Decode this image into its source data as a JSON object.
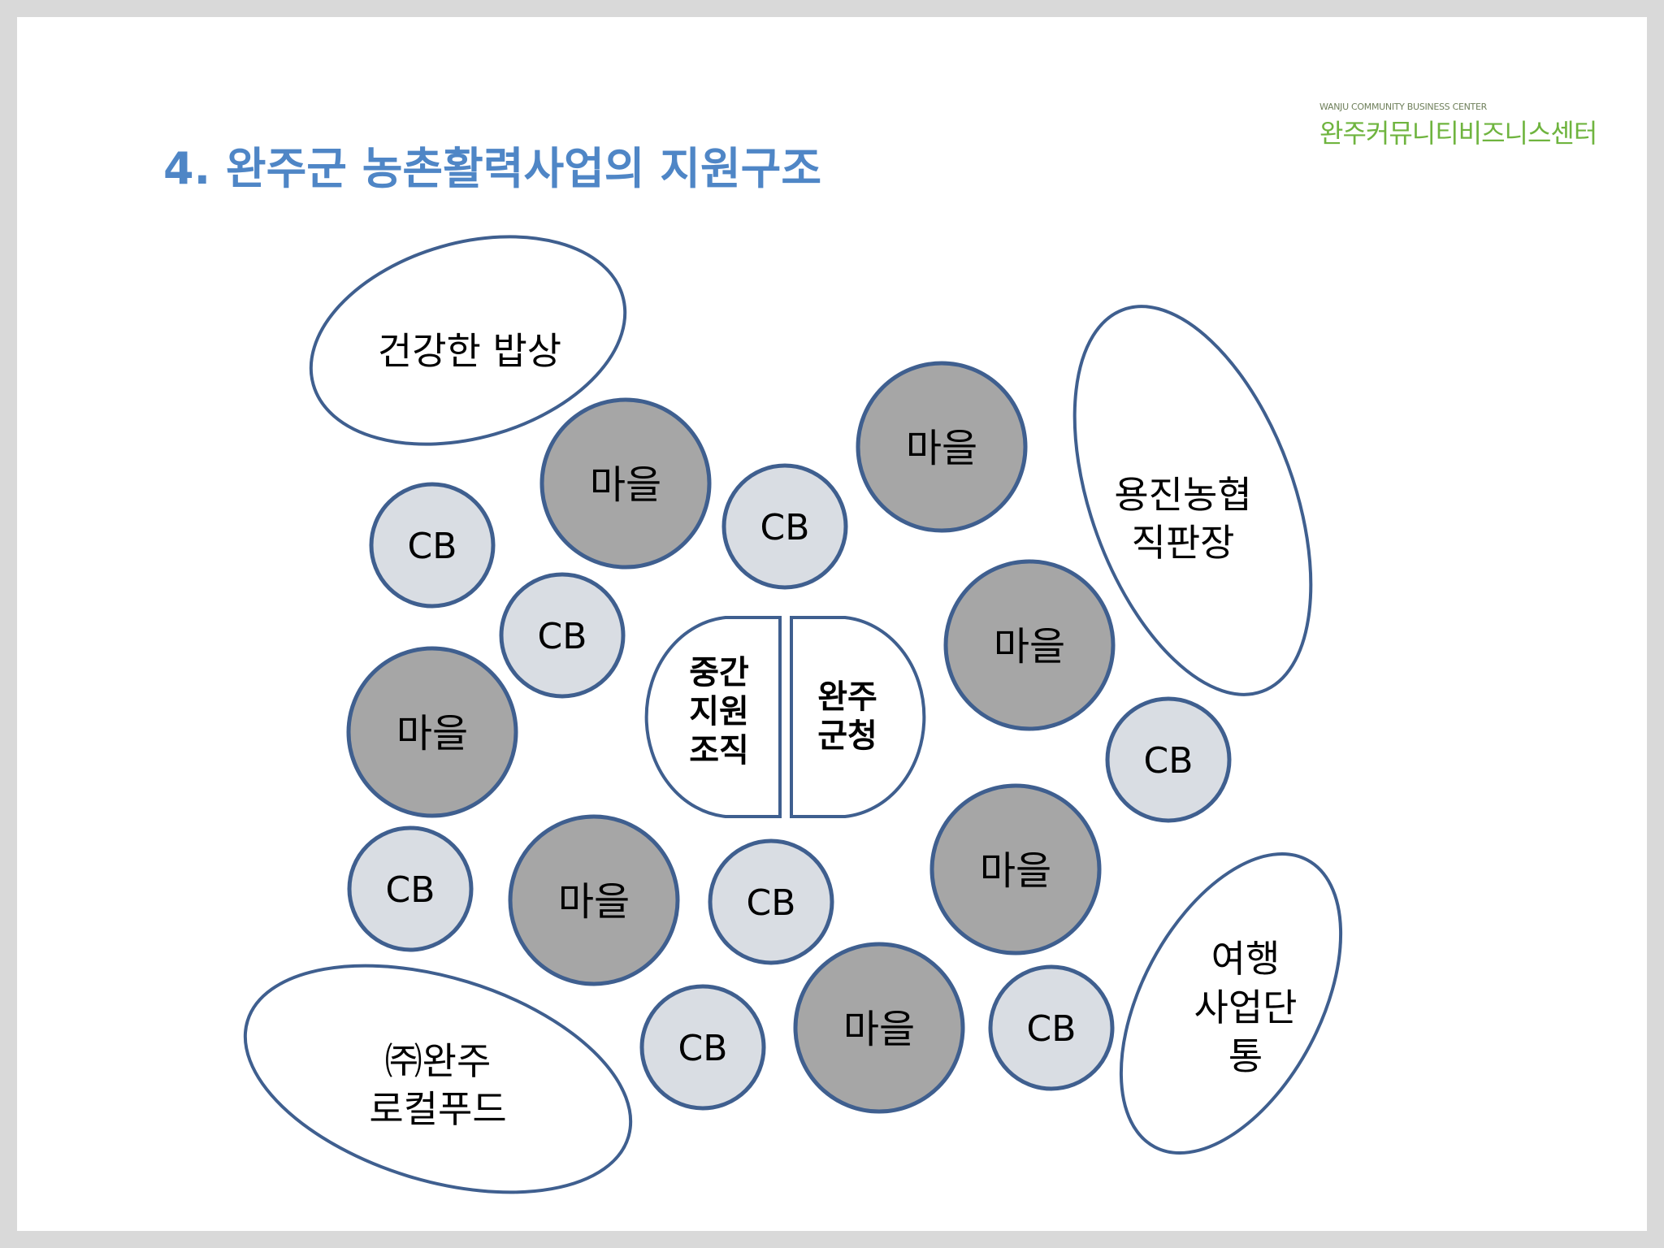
{
  "slide": {
    "title": "4. 완주군 농촌활력사업의 지원구조"
  },
  "logo": {
    "english": "WANJU COMMUNITY BUSINESS CENTER",
    "korean": "완주커뮤니티비즈니스센터"
  },
  "diagram": {
    "partners": {
      "healthy_table": [
        "건강한 밥상"
      ],
      "yongjin_coop": [
        "용진농협",
        "직판장"
      ],
      "local_food": [
        "㈜완주",
        "로컬푸드"
      ],
      "travel_group": [
        "여행",
        "사업단",
        "통"
      ]
    },
    "center": {
      "intermediary": [
        "중간",
        "지원",
        "조직"
      ],
      "county_office": [
        "완주",
        "군청"
      ]
    },
    "village_label": "마을",
    "cb_label": "CB"
  },
  "colors": {
    "title": "#4f86c6",
    "outline": "#3f5f8f",
    "village_fill": "#a6a6a6",
    "cb_fill": "#d9dde3",
    "logo_green": "#6fb43f"
  }
}
